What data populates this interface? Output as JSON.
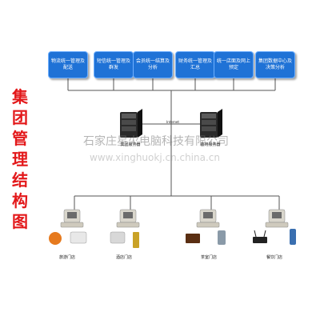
{
  "title": "集团管理结构图",
  "title_color": "#e3181a",
  "box_color": "#1f72d6",
  "modules": [
    "物流统一管理及配送",
    "短信统一管理及群发",
    "会员统一结算及分析",
    "财务统一管理及汇总",
    "统一店面及网上预定",
    "集团数据中心及决策分析"
  ],
  "servers": {
    "group": "集团服务器",
    "backup": "备用服务器",
    "link": "Internet"
  },
  "stores": [
    "旅游门店",
    "酒店门店",
    "茶室门店",
    "餐饮门店"
  ],
  "watermark": {
    "cn": "石家庄星火电脑科技有限公司",
    "url": "www.xinghuokj.cn.china.cn"
  }
}
